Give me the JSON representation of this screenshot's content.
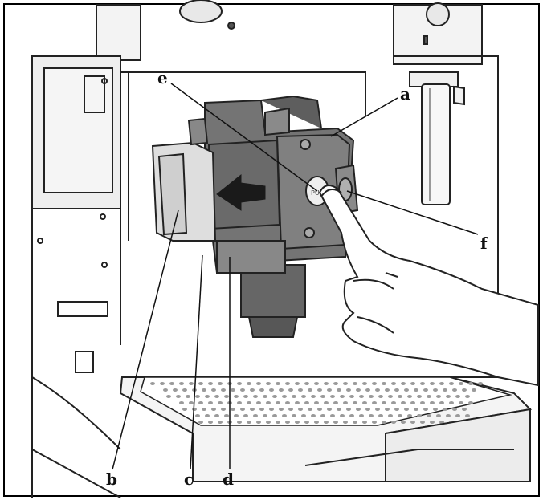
{
  "callouts": {
    "a": "a",
    "b": "b",
    "c": "c",
    "d": "d",
    "e": "e",
    "f": "f"
  },
  "button_text": "PUSH",
  "colors": {
    "outline": "#1a1a1a",
    "brew_unit": "#6f6f6f",
    "brew_unit_dark": "#4e4e4e",
    "machine_body": "#f2f2f2",
    "frame_border": "#000000"
  }
}
